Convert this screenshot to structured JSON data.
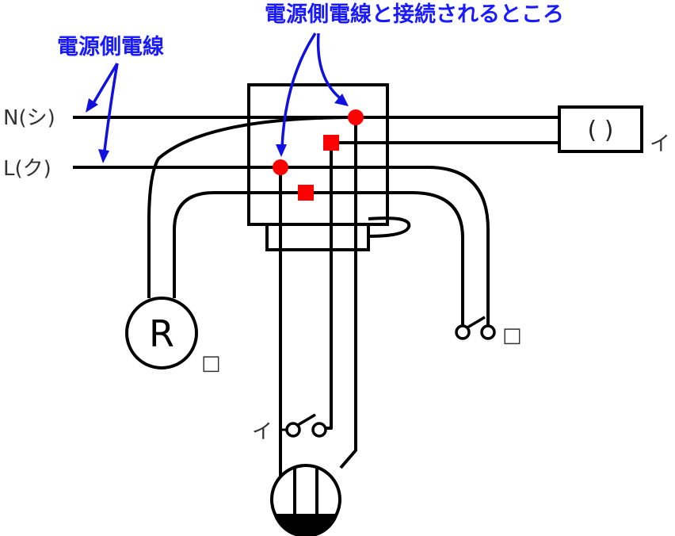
{
  "annotations": {
    "source_wire": "電源側電線",
    "connection_point": "電源側電線と接続されるところ"
  },
  "wire_labels": {
    "neutral": "N(シ)",
    "live": "L(ク)"
  },
  "fixtures": {
    "receptacle_label": "R",
    "receptacle_tag": "□",
    "switch_right_tag": "□",
    "switch_bottom_tag": "イ",
    "lamp_box_text": "( )",
    "lamp_box_tag": "イ"
  },
  "colors": {
    "annotation": "#1a1aff",
    "connection_dot": "#ff0000",
    "switch_terminal": "#ff0000",
    "wire": "#000000"
  }
}
